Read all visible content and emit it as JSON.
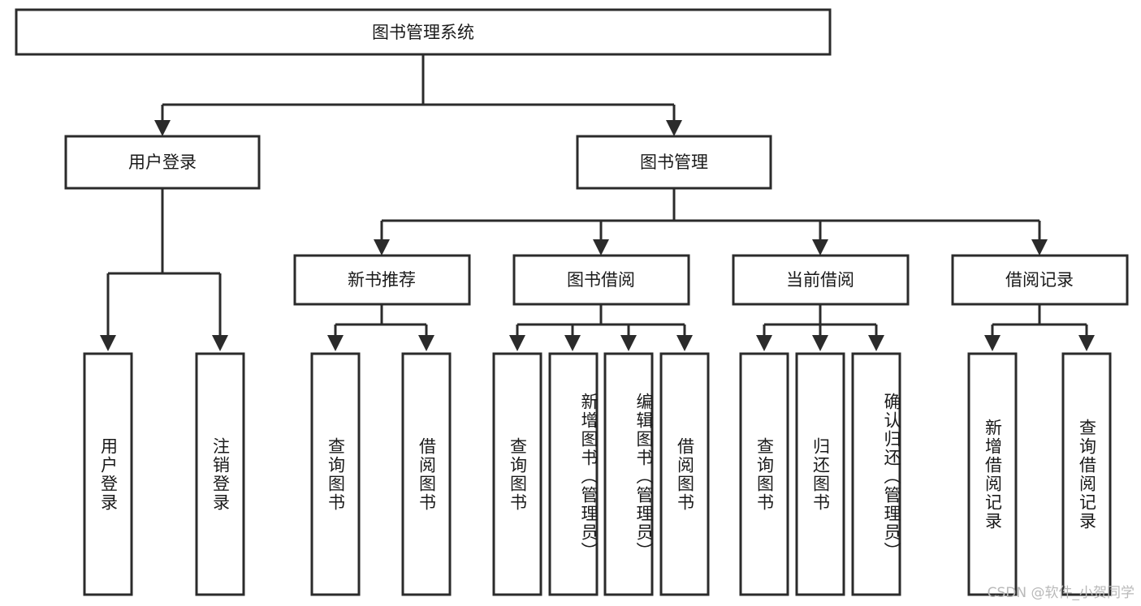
{
  "diagram": {
    "title": "图书管理系统",
    "watermark": "CSDN @软件_小贺同学",
    "colors": {
      "stroke": "#2b2b2b",
      "box_fill": "#ffffff",
      "text": "#1a1a1a",
      "background": "#ffffff",
      "watermark": "#b9b9b9"
    },
    "root": {
      "label": "图书管理系统"
    },
    "level2": [
      {
        "label": "用户登录"
      },
      {
        "label": "图书管理"
      }
    ],
    "level3": [
      {
        "label": "新书推荐"
      },
      {
        "label": "图书借阅"
      },
      {
        "label": "当前借阅"
      },
      {
        "label": "借阅记录"
      }
    ],
    "leaves": {
      "user_login": [
        {
          "label": "用户登录"
        },
        {
          "label": "注销登录"
        }
      ],
      "new_book_recommend": [
        {
          "label": "查询图书"
        },
        {
          "label": "借阅图书"
        }
      ],
      "book_borrow": [
        {
          "label": "查询图书"
        },
        {
          "label": "新增图书（管理员）"
        },
        {
          "label": "编辑图书（管理员）"
        },
        {
          "label": "借阅图书"
        }
      ],
      "current_borrow": [
        {
          "label": "查询图书"
        },
        {
          "label": "归还图书"
        },
        {
          "label": "确认归还（管理员）"
        }
      ],
      "borrow_records": [
        {
          "label": "新增借阅记录"
        },
        {
          "label": "查询借阅记录"
        }
      ]
    }
  }
}
